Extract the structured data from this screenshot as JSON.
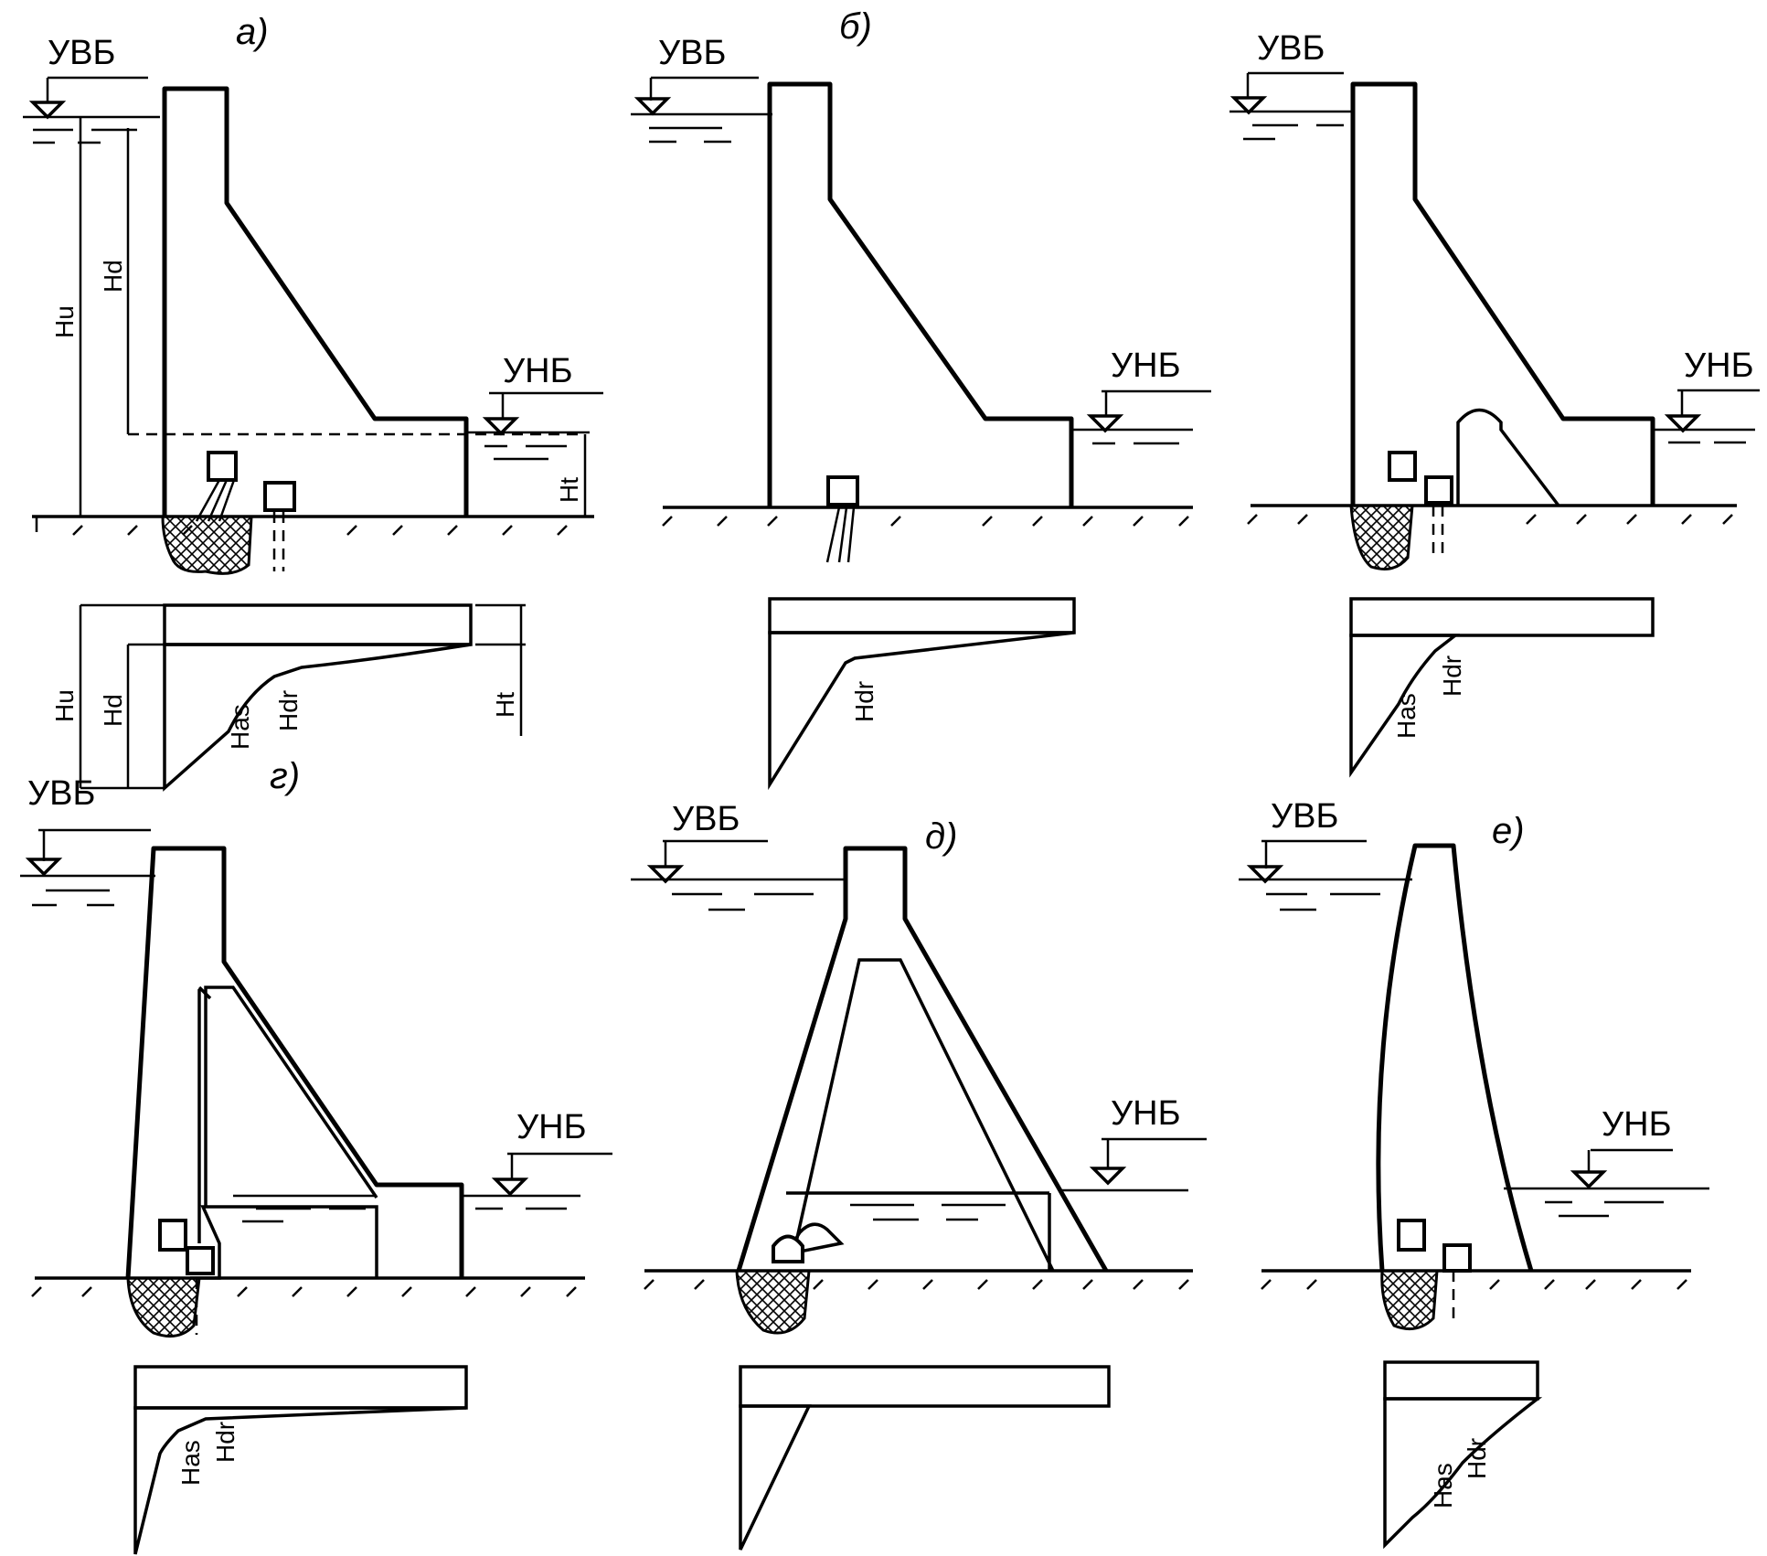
{
  "labels": {
    "upstream_level": "УВБ",
    "downstream_level": "УНБ",
    "h_u": "Hu",
    "h_d": "Hd",
    "h_t": "Ht",
    "h_as": "Has",
    "h_dr": "Hdr"
  },
  "panels": [
    {
      "id": "a",
      "letter": "а)"
    },
    {
      "id": "b",
      "letter": "б)"
    },
    {
      "id": "v",
      "letter": ""
    },
    {
      "id": "g",
      "letter": "г)"
    },
    {
      "id": "d",
      "letter": "д)"
    },
    {
      "id": "e",
      "letter": "е)"
    }
  ]
}
